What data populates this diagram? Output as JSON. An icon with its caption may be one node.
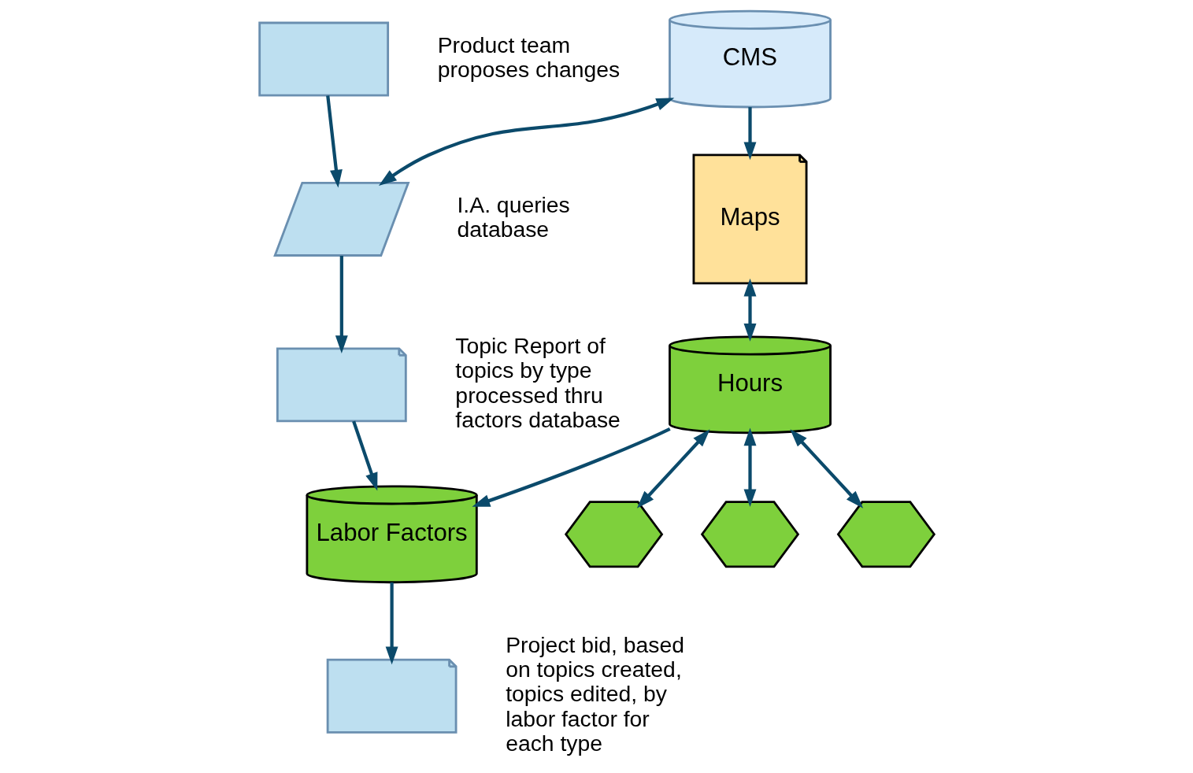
{
  "diagram": {
    "nodes": [
      {
        "text": [],
        "shape": "box",
        "beside": [
          "Product team proposes changes"
        ]
      },
      {
        "text": [],
        "shape": "parallelogram",
        "beside": [
          "I.A. queries database"
        ]
      },
      {
        "text": [],
        "shape": "document",
        "beside": [
          "Topic Report of topics by type processed thru factors database"
        ]
      },
      {
        "text": [],
        "shape": "document",
        "beside": [
          "Project bid, based on topics created, topics edited, by labor factor for each type"
        ]
      },
      {
        "text": [
          "CMS"
        ]
      },
      {
        "text": [
          "Maps"
        ]
      },
      {
        "text": [
          "Hours"
        ]
      },
      {
        "text": [
          "Labor Factors"
        ]
      },
      {
        "text": [],
        "shape": "hexagon"
      },
      {
        "text": [],
        "shape": "hexagon"
      },
      {
        "text": [],
        "shape": "hexagon"
      }
    ],
    "edges": [
      {
        "from": 0,
        "to": 1,
        "arrow": "to"
      },
      {
        "from": 4,
        "to": 5,
        "arrow": "to"
      },
      {
        "from": 4,
        "to": 1,
        "arrow": "both"
      },
      {
        "from": 1,
        "to": 2,
        "arrow": "to"
      },
      {
        "from": 5,
        "to": 6,
        "arrow": "both"
      },
      {
        "from": 6,
        "to": 8,
        "arrow": "both"
      },
      {
        "from": 6,
        "to": 9,
        "arrow": "both"
      },
      {
        "from": 6,
        "to": 10,
        "arrow": "both"
      },
      {
        "from": 6,
        "to": 7,
        "arrow": "to"
      },
      {
        "from": 2,
        "to": 7,
        "arrow": "to"
      },
      {
        "from": 7,
        "to": 3,
        "arrow": "to"
      }
    ]
  }
}
